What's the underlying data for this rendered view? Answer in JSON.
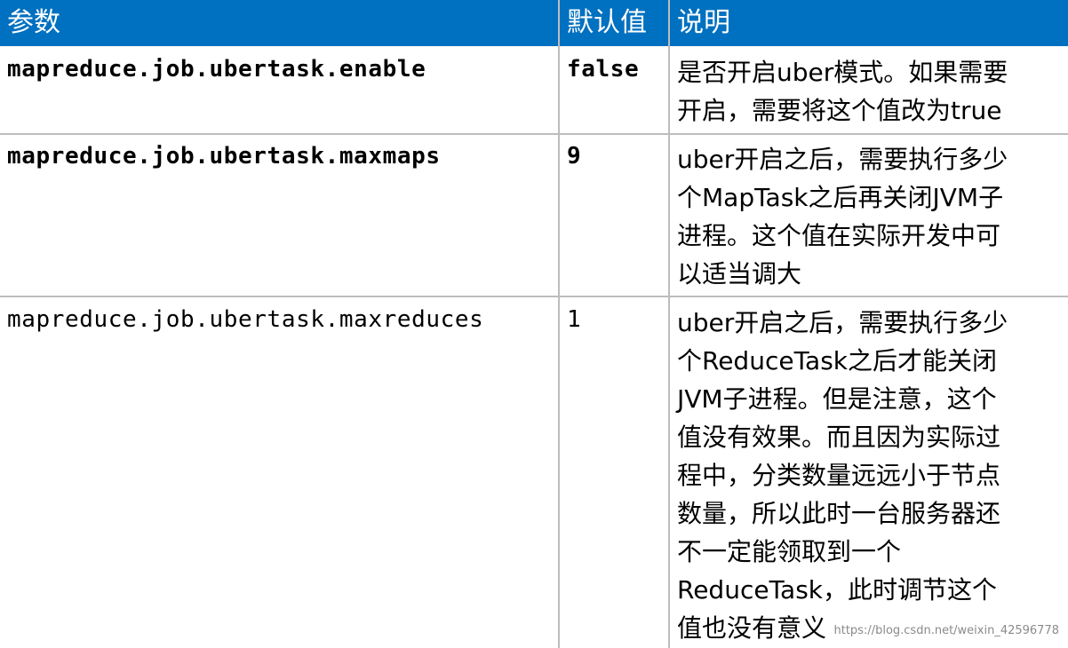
{
  "header": {
    "param": "参数",
    "default": "默认值",
    "desc": "说明"
  },
  "rows": [
    {
      "param": "mapreduce.job.ubertask.enable",
      "default": "false",
      "desc_lines": [
        "是否开启uber模式。如果需要",
        "开启，需要将这个值改为true"
      ]
    },
    {
      "param": "mapreduce.job.ubertask.maxmaps",
      "default": "9",
      "desc_lines": [
        "uber开启之后，需要执行多少",
        "个MapTask之后再关闭JVM子",
        "进程。这个值在实际开发中可",
        "以适当调大"
      ]
    },
    {
      "param": "mapreduce.job.ubertask.maxreduces",
      "default": "1",
      "desc_lines": [
        "uber开启之后，需要执行多少",
        "个ReduceTask之后才能关闭",
        "JVM子进程。但是注意，这个",
        "值没有效果。而且因为实际过",
        "程中，分类数量远远小于节点",
        "数量，所以此时一台服务器还",
        "不一定能领取到一个",
        "ReduceTask，此时调节这个",
        "值也没有意义"
      ]
    }
  ],
  "watermark": "https://blog.csdn.net/weixin_42596778"
}
